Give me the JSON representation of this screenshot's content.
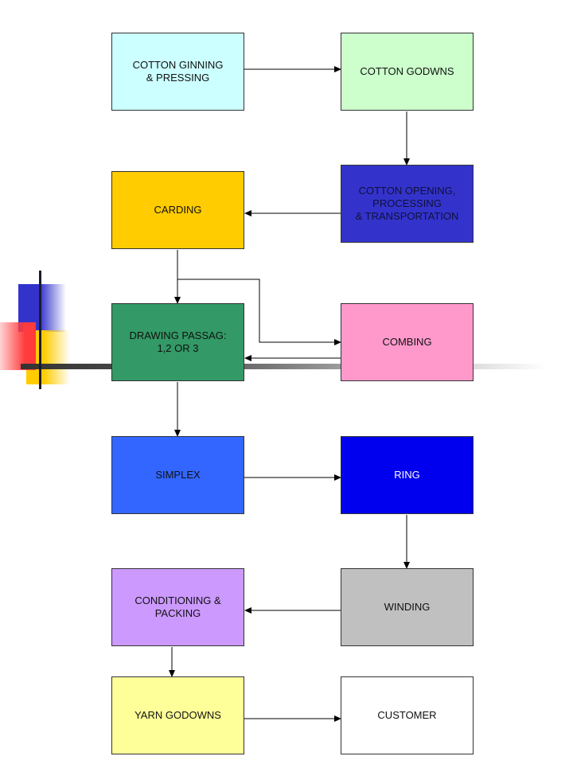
{
  "boxes": {
    "ginning": {
      "label": "COTTON GINNING\n& PRESSING",
      "color": "#ccffff"
    },
    "godowns": {
      "label": "COTTON GODWNS",
      "color": "#ccffcc"
    },
    "opening": {
      "label": "COTTON OPENING,\nPROCESSING\n& TRANSPORTATION",
      "color": "#3333cc"
    },
    "carding": {
      "label": "CARDING",
      "color": "#ffcc00"
    },
    "drawing": {
      "label": "DRAWING PASSAG:\n1,2 OR 3",
      "color": "#339966"
    },
    "combing": {
      "label": "COMBING",
      "color": "#ff99cc"
    },
    "simplex": {
      "label": "SIMPLEX",
      "color": "#3366ff"
    },
    "ring": {
      "label": "RING",
      "color": "#0000ee"
    },
    "winding": {
      "label": "WINDING",
      "color": "#c0c0c0"
    },
    "conditioning": {
      "label": "CONDITIONING &\nPACKING",
      "color": "#cc99ff"
    },
    "yarn_godowns": {
      "label": "YARN GODOWNS",
      "color": "#ffff99"
    },
    "customer": {
      "label": "CUSTOMER",
      "color": "#ffffff"
    }
  },
  "accent_colors": {
    "deco_blue": "#3333cc",
    "deco_red": "#ff3b3b",
    "deco_yellow": "#ffcc00"
  }
}
